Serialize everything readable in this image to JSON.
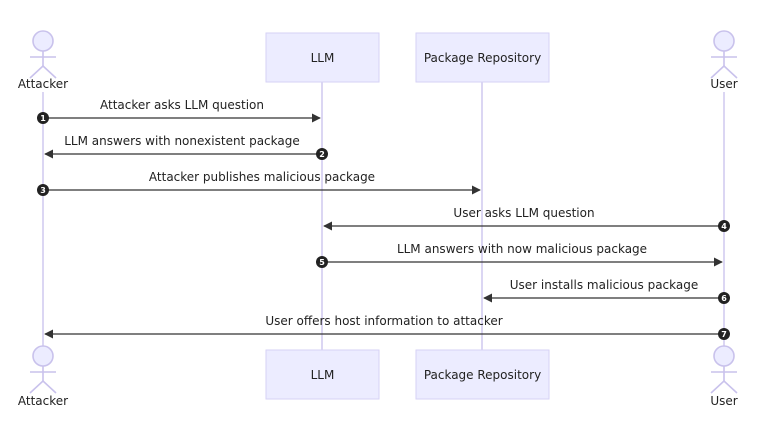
{
  "participants": {
    "attacker": "Attacker",
    "llm": "LLM",
    "repo": "Package Repository",
    "user": "User"
  },
  "messages": [
    {
      "number": "1",
      "text": "Attacker asks LLM question",
      "from": "attacker",
      "to": "llm"
    },
    {
      "number": "2",
      "text": "LLM answers with nonexistent package",
      "from": "llm",
      "to": "attacker"
    },
    {
      "number": "3",
      "text": "Attacker publishes malicious package",
      "from": "attacker",
      "to": "repo"
    },
    {
      "number": "4",
      "text": "User asks LLM question",
      "from": "user",
      "to": "llm"
    },
    {
      "number": "5",
      "text": "LLM answers with now malicious package",
      "from": "llm",
      "to": "user"
    },
    {
      "number": "6",
      "text": "User installs malicious package",
      "from": "user",
      "to": "repo"
    },
    {
      "number": "7",
      "text": "User offers host information to attacker",
      "from": "user",
      "to": "attacker"
    }
  ],
  "colors": {
    "actor_fill": "#ececff",
    "actor_stroke": "#d6d2f5",
    "arrow": "#333333",
    "badge": "#222222"
  }
}
